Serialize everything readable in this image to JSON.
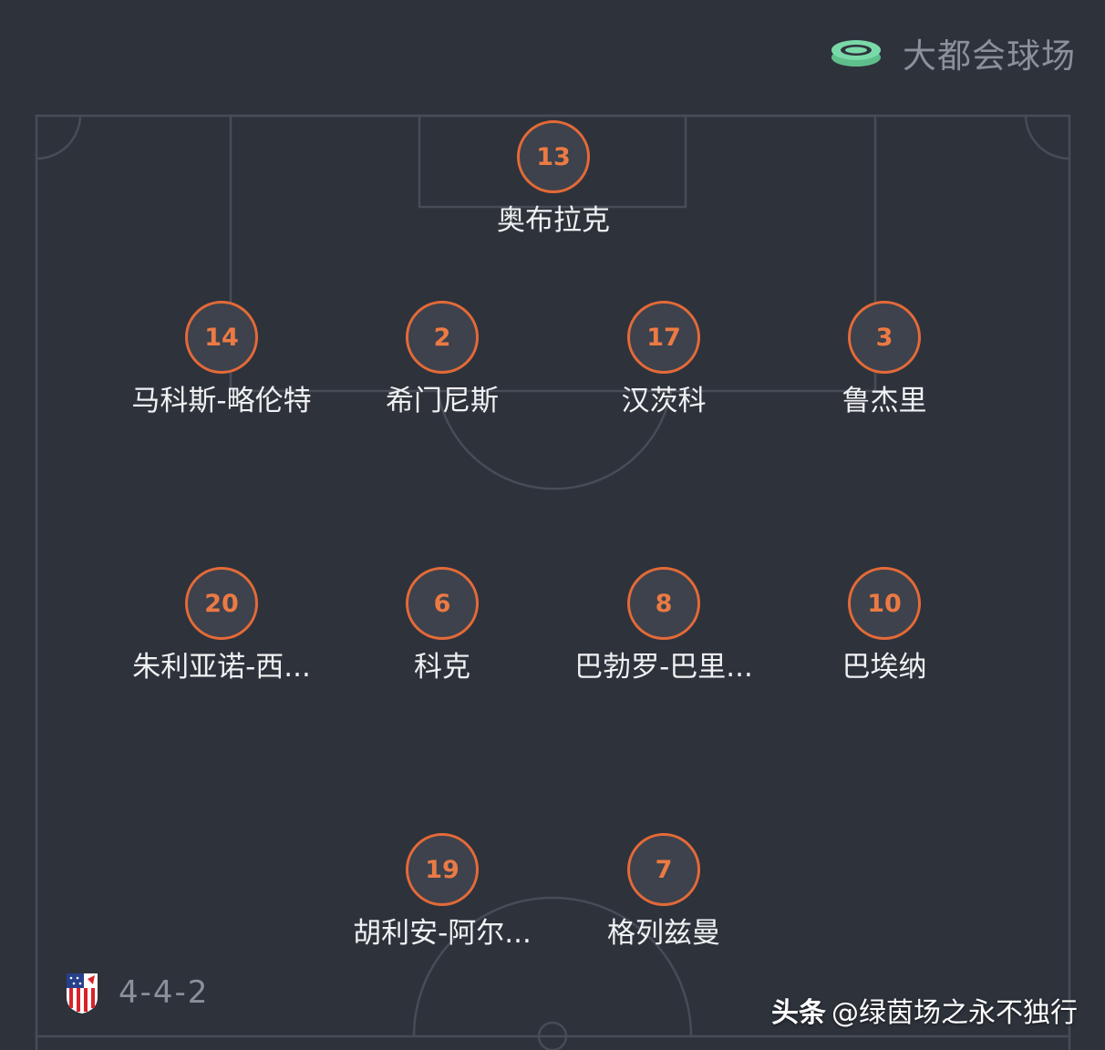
{
  "header": {
    "stadium_icon": "stadium-icon",
    "stadium_name": "大都会球场"
  },
  "lineup": {
    "players": [
      {
        "number": "13",
        "name": "奥布拉克"
      },
      {
        "number": "14",
        "name": "马科斯-略伦特"
      },
      {
        "number": "2",
        "name": "希门尼斯"
      },
      {
        "number": "17",
        "name": "汉茨科"
      },
      {
        "number": "3",
        "name": "鲁杰里"
      },
      {
        "number": "20",
        "name": "朱利亚诺-西..."
      },
      {
        "number": "6",
        "name": "科克"
      },
      {
        "number": "8",
        "name": "巴勃罗-巴里..."
      },
      {
        "number": "10",
        "name": "巴埃纳"
      },
      {
        "number": "19",
        "name": "胡利安-阿尔..."
      },
      {
        "number": "7",
        "name": "格列兹曼"
      }
    ]
  },
  "footer": {
    "club_crest": "atletico-madrid-crest",
    "formation": "4-4-2",
    "watermark_brand": "头条",
    "watermark_handle": "@绿茵场之永不独行"
  },
  "colors": {
    "background": "#2e323b",
    "pitch_line": "#474c56",
    "number_ring": "#e36a38",
    "number_text": "#ec7a44",
    "stadium_icon": "#6fd0a0"
  }
}
